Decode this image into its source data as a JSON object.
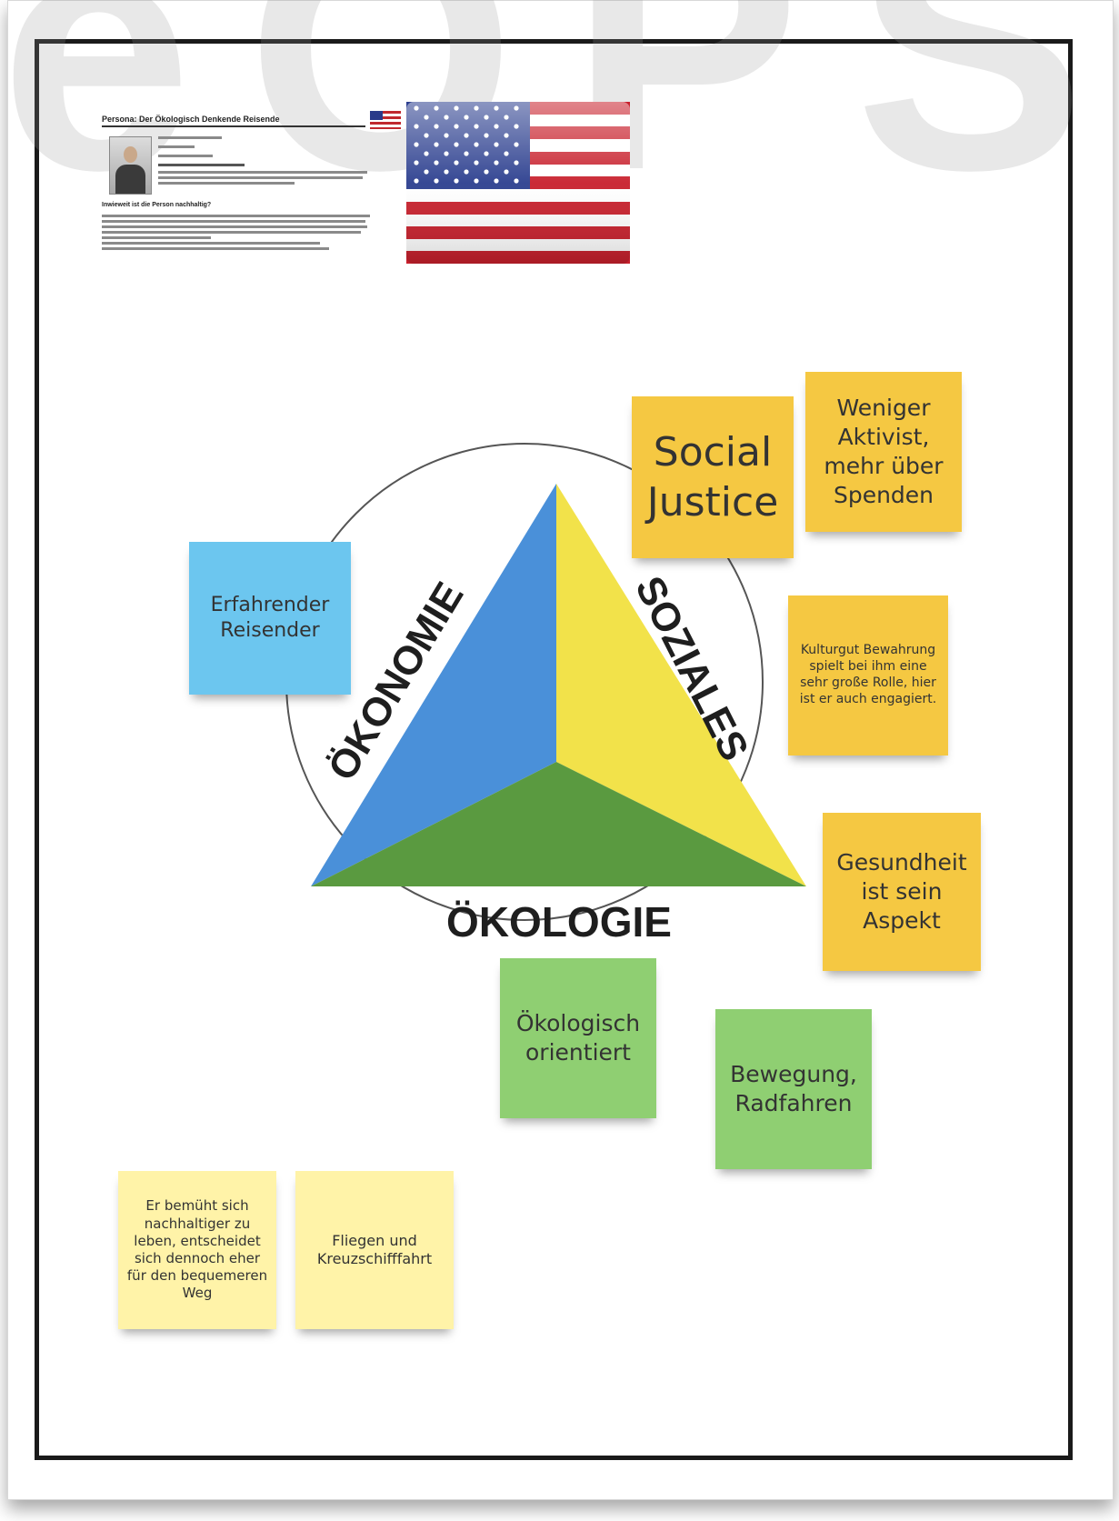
{
  "watermark": "eOPS",
  "profile": {
    "title": "Persona: Der Ökologisch Denkende Reisende",
    "section": "Inwieweit ist die Person nachhaltig?"
  },
  "triangle": {
    "left": "ÖKONOMIE",
    "right": "SOZIALES",
    "bottom": "ÖKOLOGIE"
  },
  "colors": {
    "economy": "#4a90d9",
    "social": "#f2e24a",
    "ecology": "#5a9a40",
    "note_yellow": "#f5c842",
    "note_pale": "#fff3a8",
    "note_green": "#8fcf72",
    "note_blue": "#6cc6ef"
  },
  "notes": {
    "social_justice": "Social Justice",
    "weniger_aktivist": "Weniger Aktivist, mehr über Spenden",
    "kulturgut": "Kulturgut Bewahrung spielt bei ihm eine sehr große Rolle, hier ist er auch engagiert.",
    "gesundheit": "Gesundheit ist sein Aspekt",
    "reisender": "Erfahrender Reisender",
    "oekologisch": "Ökologisch orientiert",
    "bewegung": "Bewegung, Radfahren",
    "bequem": "Er bemüht sich nachhaltiger zu leben, entscheidet sich dennoch eher für den bequemeren Weg",
    "fliegen": "Fliegen und Kreuzschifffahrt"
  }
}
